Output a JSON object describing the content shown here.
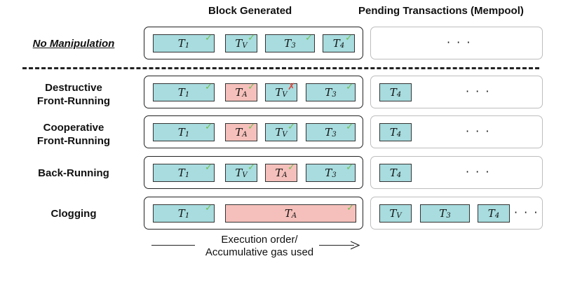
{
  "headers": {
    "block": "Block Generated",
    "pending": "Pending Transactions (Mempool)"
  },
  "arrow": {
    "line1": "Execution order/",
    "line2": "Accumulative gas used"
  },
  "ellipsis": "· · ·",
  "colors": {
    "normal_tx": "#a8dcdf",
    "attacker_tx": "#f5c0bb",
    "check": "#6fbf50",
    "cross": "#e0443a"
  },
  "rows": [
    {
      "label_lines": [
        "No Manipulation"
      ],
      "block": [
        {
          "base": "T",
          "sub": "1",
          "kind": "normal",
          "mark": "check"
        },
        {
          "base": "T",
          "sub": "V",
          "kind": "normal",
          "mark": "check"
        },
        {
          "base": "T",
          "sub": "3",
          "kind": "normal",
          "mark": "check"
        },
        {
          "base": "T",
          "sub": "4",
          "kind": "normal",
          "mark": "check"
        }
      ],
      "pending": []
    },
    {
      "label_lines": [
        "Destructive",
        "Front-Running"
      ],
      "block": [
        {
          "base": "T",
          "sub": "1",
          "kind": "normal",
          "mark": "check"
        },
        {
          "base": "T",
          "sub": "A",
          "kind": "attacker",
          "mark": "check"
        },
        {
          "base": "T",
          "sub": "V",
          "kind": "normal",
          "mark": "cross"
        },
        {
          "base": "T",
          "sub": "3",
          "kind": "normal",
          "mark": "check"
        }
      ],
      "pending": [
        {
          "base": "T",
          "sub": "4"
        }
      ]
    },
    {
      "label_lines": [
        "Cooperative",
        "Front-Running"
      ],
      "block": [
        {
          "base": "T",
          "sub": "1",
          "kind": "normal",
          "mark": "check"
        },
        {
          "base": "T",
          "sub": "A",
          "kind": "attacker",
          "mark": "check"
        },
        {
          "base": "T",
          "sub": "V",
          "kind": "normal",
          "mark": "check"
        },
        {
          "base": "T",
          "sub": "3",
          "kind": "normal",
          "mark": "check"
        }
      ],
      "pending": [
        {
          "base": "T",
          "sub": "4"
        }
      ]
    },
    {
      "label_lines": [
        "Back-Running"
      ],
      "block": [
        {
          "base": "T",
          "sub": "1",
          "kind": "normal",
          "mark": "check"
        },
        {
          "base": "T",
          "sub": "V",
          "kind": "normal",
          "mark": "check"
        },
        {
          "base": "T",
          "sub": "A",
          "kind": "attacker",
          "mark": "check"
        },
        {
          "base": "T",
          "sub": "3",
          "kind": "normal",
          "mark": "check"
        }
      ],
      "pending": [
        {
          "base": "T",
          "sub": "4"
        }
      ]
    },
    {
      "label_lines": [
        "Clogging"
      ],
      "block": [
        {
          "base": "T",
          "sub": "1",
          "kind": "normal",
          "mark": "check"
        },
        {
          "base": "T",
          "sub": "A",
          "kind": "attacker",
          "mark": "check"
        }
      ],
      "pending": [
        {
          "base": "T",
          "sub": "V"
        },
        {
          "base": "T",
          "sub": "3"
        },
        {
          "base": "T",
          "sub": "4"
        }
      ]
    }
  ]
}
